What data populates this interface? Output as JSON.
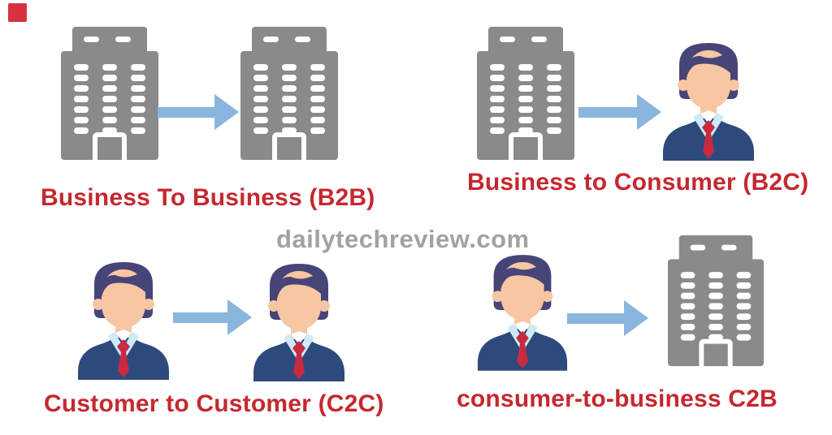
{
  "watermark": {
    "text": "dailytechreview.com"
  },
  "sections": [
    {
      "id": "b2b",
      "label": "Business To Business (B2B)",
      "from_icon": "building",
      "to_icon": "building"
    },
    {
      "id": "b2c",
      "label": "Business to Consumer (B2C)",
      "from_icon": "building",
      "to_icon": "person"
    },
    {
      "id": "c2c",
      "label": "Customer to Customer (C2C)",
      "from_icon": "person",
      "to_icon": "person"
    },
    {
      "id": "c2b",
      "label": "consumer-to-business C2B",
      "from_icon": "person",
      "to_icon": "building"
    }
  ],
  "colors": {
    "label_red": "#c5282f",
    "watermark_gray": "#a2a2a2",
    "building_gray": "#8a8a8a",
    "arrow_blue": "#8ab5dd",
    "suit_navy": "#2e4a7c",
    "hair_indigo": "#474478",
    "skin_peach": "#f7c6a3",
    "collar_blue": "#cdeafa",
    "tie_red": "#c92a40",
    "corner_square_red": "#d83140"
  }
}
